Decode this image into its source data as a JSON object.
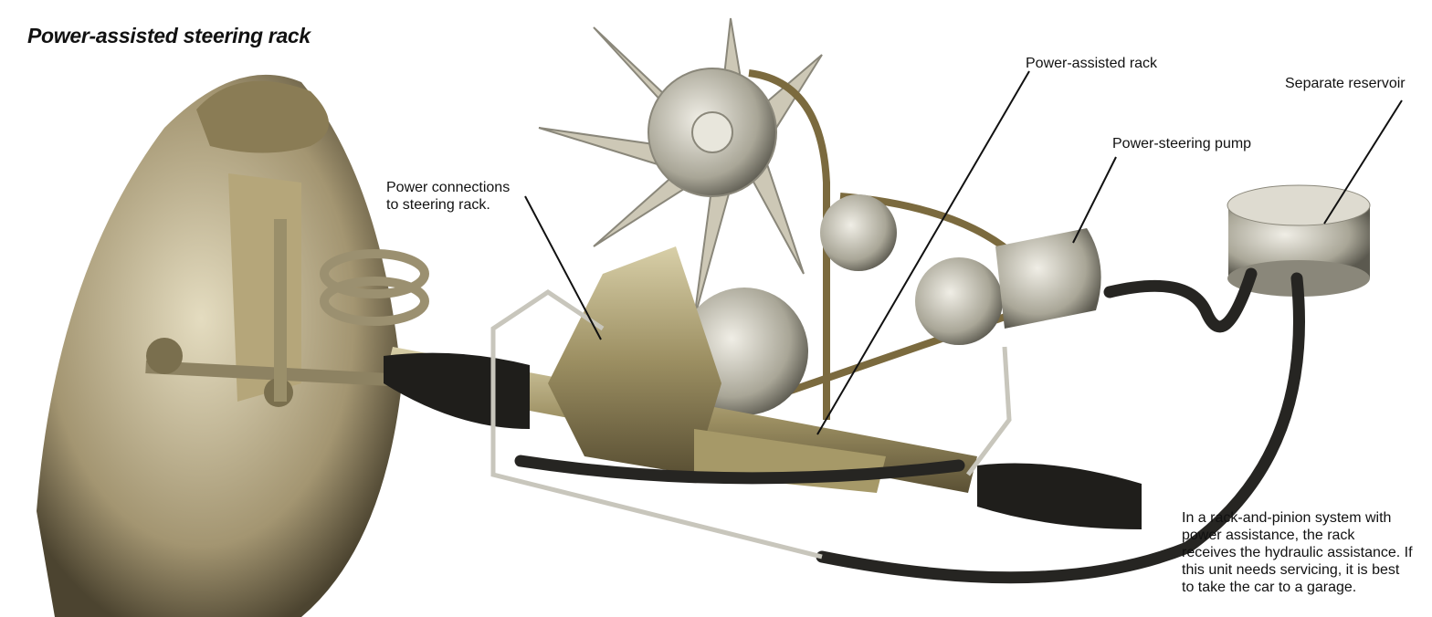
{
  "title": "Power-assisted steering rack",
  "labels": {
    "power_connections": [
      "Power connections",
      "to steering rack."
    ],
    "power_rack": "Power-assisted rack",
    "pump": "Power-steering pump",
    "reservoir": "Separate reservoir"
  },
  "caption": [
    "In a rack-and-pinion system with",
    "power assistance, the rack",
    "receives the hydraulic assistance. If",
    "this unit needs servicing, it is best",
    "to take the car to a garage."
  ],
  "colors": {
    "metal": "#b9b08a",
    "dark_metal": "#6e6546",
    "hose": "#262522",
    "boot": "#1d1c1a",
    "fan": "#c9c3b0",
    "brake_disc": "#a89b72"
  }
}
